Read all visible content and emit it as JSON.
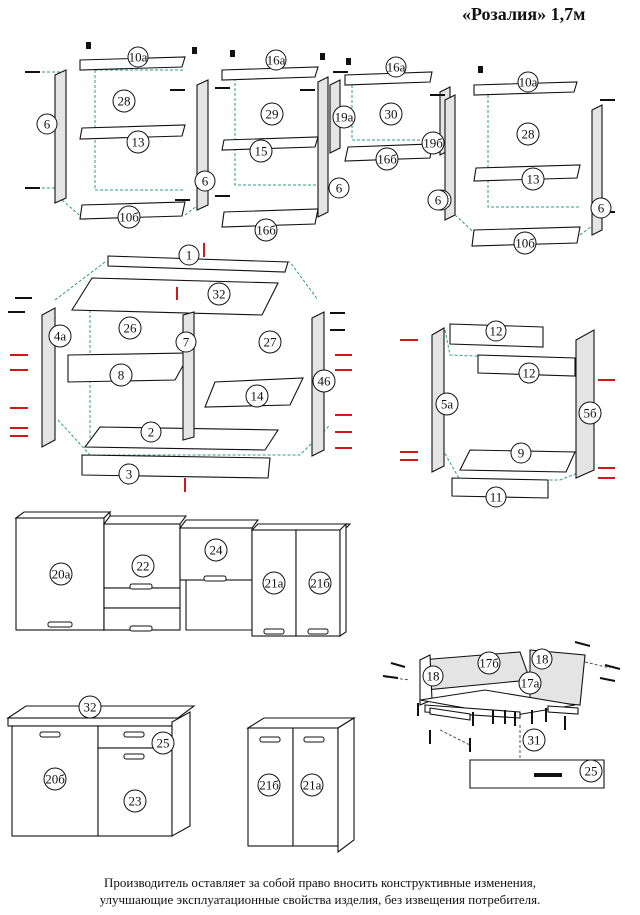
{
  "title": "«Розалия» 1,7м",
  "disclaimer": {
    "line1": "Производитель оставляет за собой право вносить конструктивные изменения,",
    "line2": "улучшающие эксплуатационные свойства изделия, без извещения потребителя."
  },
  "callouts": {
    "wall_left": [
      "10а",
      "28",
      "13",
      "10б",
      "6",
      "6"
    ],
    "wall_second": [
      "16а",
      "29",
      "15",
      "16б",
      "6"
    ],
    "wall_third": [
      "16а",
      "19а",
      "30",
      "19б",
      "16б",
      "6"
    ],
    "wall_fourth": [
      "10а",
      "28",
      "13",
      "10б",
      "6",
      "6"
    ],
    "base_big": [
      "1",
      "32",
      "4а",
      "26",
      "7",
      "27",
      "8",
      "14",
      "46",
      "2",
      "3"
    ],
    "base_small": [
      "12",
      "12",
      "5а",
      "5б",
      "9",
      "11"
    ],
    "front_upper": [
      "20а",
      "22",
      "24",
      "21а",
      "21б"
    ],
    "front_lower": [
      "32",
      "25",
      "20б",
      "23"
    ],
    "front_sink": [
      "21б",
      "21а"
    ],
    "drawer": [
      "17б",
      "18",
      "18",
      "17а",
      "31",
      "25"
    ]
  }
}
